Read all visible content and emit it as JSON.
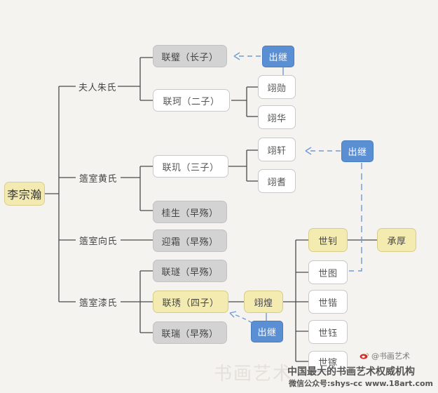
{
  "diagram": {
    "root": "李宗瀚",
    "spouses": {
      "zhu": "夫人朱氏",
      "huang": "簉室黄氏",
      "xiang": "簉室向氏",
      "qi": "簉室漆氏"
    },
    "sons": {
      "lianbi": "联璧（长子）",
      "lianke": "联珂（二子）",
      "liangong": "联玑（三子）",
      "guisheng": "桂生（早殇）",
      "yingshuang": "迎霜（早殇）",
      "liansui": "联璲（早殇）",
      "lianxiu": "联琇（四子）",
      "lianrui": "联瑞（早殇）"
    },
    "grandsons": {
      "yixun": "翊勋",
      "yihua": "翊华",
      "yixuan": "翊轩",
      "yiqi": "翊耆",
      "yihuang": "翊煌"
    },
    "great_grandsons": {
      "shizhao": "世钊",
      "shitu": "世图",
      "shikai": "世锴",
      "shiyu": "世钰",
      "shiji": "世镓"
    },
    "chenghou": "承厚",
    "adoption_label": "出继"
  },
  "colors": {
    "root_fill": "#f3eab2",
    "gray_fill": "#d3d3d3",
    "yellow_fill": "#f3ebb0",
    "blue_fill": "#5b8fd3",
    "line": "#4a4a4a",
    "dashed": "#6f9ad8"
  },
  "watermark": {
    "weibo": "@书画艺术",
    "brand": "书画艺术",
    "line1": "中国最大的书画艺术权威机构",
    "line2": "微信公众号:shys-cc www.18art.com"
  }
}
